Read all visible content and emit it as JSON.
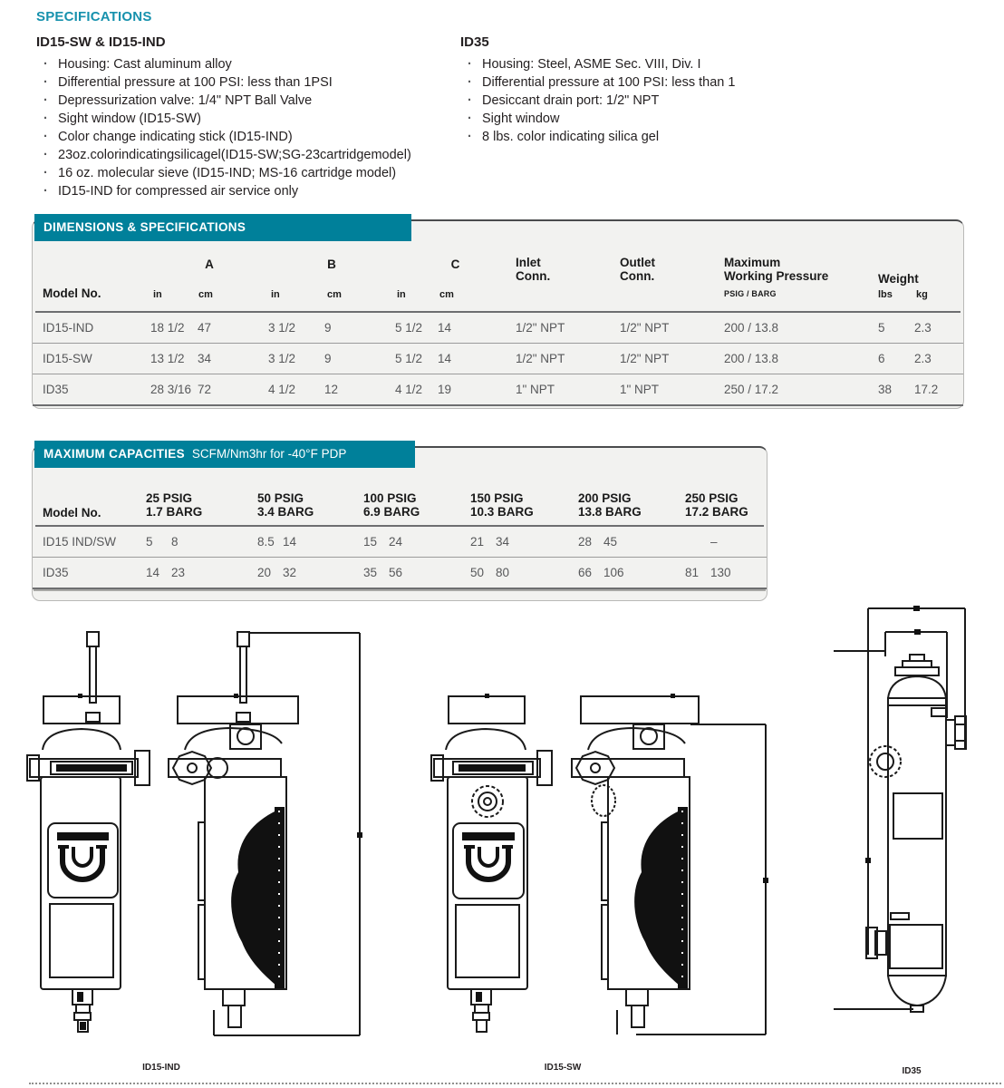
{
  "colors": {
    "teal_bar": "#00809a",
    "teal_title": "#1691ad",
    "panel_bg": "#f2f2f0",
    "body_text": "#231f20",
    "table_text": "#57585a"
  },
  "specs": {
    "title": "SPECIFICATIONS",
    "left": {
      "heading": "ID15-SW & ID15-IND",
      "items": [
        "Housing: Cast aluminum alloy",
        "Differential pressure at 100 PSI: less than 1PSI",
        "Depressurization valve: 1/4\" NPT Ball Valve",
        "Sight window (ID15-SW)",
        "Color change indicating stick (ID15-IND)",
        "23oz.colorindicatingsilicagel(ID15-SW;SG-23cartridgemodel)",
        "16 oz. molecular sieve (ID15-IND; MS-16 cartridge model)",
        "ID15-IND for compressed air service only"
      ]
    },
    "right": {
      "heading": "ID35",
      "items": [
        "Housing: Steel, ASME Sec. VIII, Div. I",
        "Differential pressure at 100 PSI: less than 1",
        "Desiccant drain port: 1/2\" NPT",
        "Sight window",
        "8 lbs. color indicating silica gel"
      ]
    }
  },
  "dims": {
    "title": "DIMENSIONS & SPECIFICATIONS",
    "headers": {
      "model": "Model No.",
      "a": "A",
      "b": "B",
      "c": "C",
      "in": "in",
      "cm": "cm",
      "inlet1": "Inlet",
      "inlet2": "Conn.",
      "outlet1": "Outlet",
      "outlet2": "Conn.",
      "mwp1": "Maximum",
      "mwp2": "Working Pressure",
      "mwp_sub": "PSIG / BARG",
      "weight": "Weight",
      "lbs": "lbs",
      "kg": "kg"
    },
    "rows": [
      {
        "model": "ID15-IND",
        "a_in": "18 1/2",
        "a_cm": "47",
        "b_in": "3 1/2",
        "b_cm": "9",
        "c_in": "5 1/2",
        "c_cm": "14",
        "inlet": "1/2\" NPT",
        "outlet": "1/2\" NPT",
        "mwp": "200 / 13.8",
        "lbs": "5",
        "kg": "2.3"
      },
      {
        "model": "ID15-SW",
        "a_in": "13 1/2",
        "a_cm": "34",
        "b_in": "3 1/2",
        "b_cm": "9",
        "c_in": "5 1/2",
        "c_cm": "14",
        "inlet": "1/2\" NPT",
        "outlet": "1/2\" NPT",
        "mwp": "200 / 13.8",
        "lbs": "6",
        "kg": "2.3"
      },
      {
        "model": "ID35",
        "a_in": "28 3/16",
        "a_cm": "72",
        "b_in": "4 1/2",
        "b_cm": "12",
        "c_in": "4 1/2",
        "c_cm": "19",
        "inlet": "1\" NPT",
        "outlet": "1\" NPT",
        "mwp": "250 / 17.2",
        "lbs": "38",
        "kg": "17.2"
      }
    ]
  },
  "caps": {
    "title": "MAXIMUM CAPACITIES",
    "subtitle": "SCFM/Nm3hr for -40°F PDP",
    "model_header": "Model No.",
    "columns": [
      {
        "psig": "25 PSIG",
        "barg": "1.7 BARG"
      },
      {
        "psig": "50 PSIG",
        "barg": "3.4 BARG"
      },
      {
        "psig": "100 PSIG",
        "barg": "6.9 BARG"
      },
      {
        "psig": "150 PSIG",
        "barg": "10.3 BARG"
      },
      {
        "psig": "200 PSIG",
        "barg": "13.8 BARG"
      },
      {
        "psig": "250 PSIG",
        "barg": "17.2 BARG"
      }
    ],
    "rows": [
      {
        "model": "ID15 IND/SW",
        "cells": [
          [
            "5",
            "8"
          ],
          [
            "8.5",
            "14"
          ],
          [
            "15",
            "24"
          ],
          [
            "21",
            "34"
          ],
          [
            "28",
            "45"
          ],
          [
            "",
            "–"
          ]
        ]
      },
      {
        "model": "ID35",
        "cells": [
          [
            "14",
            "23"
          ],
          [
            "20",
            "32"
          ],
          [
            "35",
            "56"
          ],
          [
            "50",
            "80"
          ],
          [
            "66",
            "106"
          ],
          [
            "81",
            "130"
          ]
        ]
      }
    ]
  },
  "figures": {
    "labels": [
      "ID15-IND",
      "ID15-SW",
      "ID35"
    ]
  }
}
